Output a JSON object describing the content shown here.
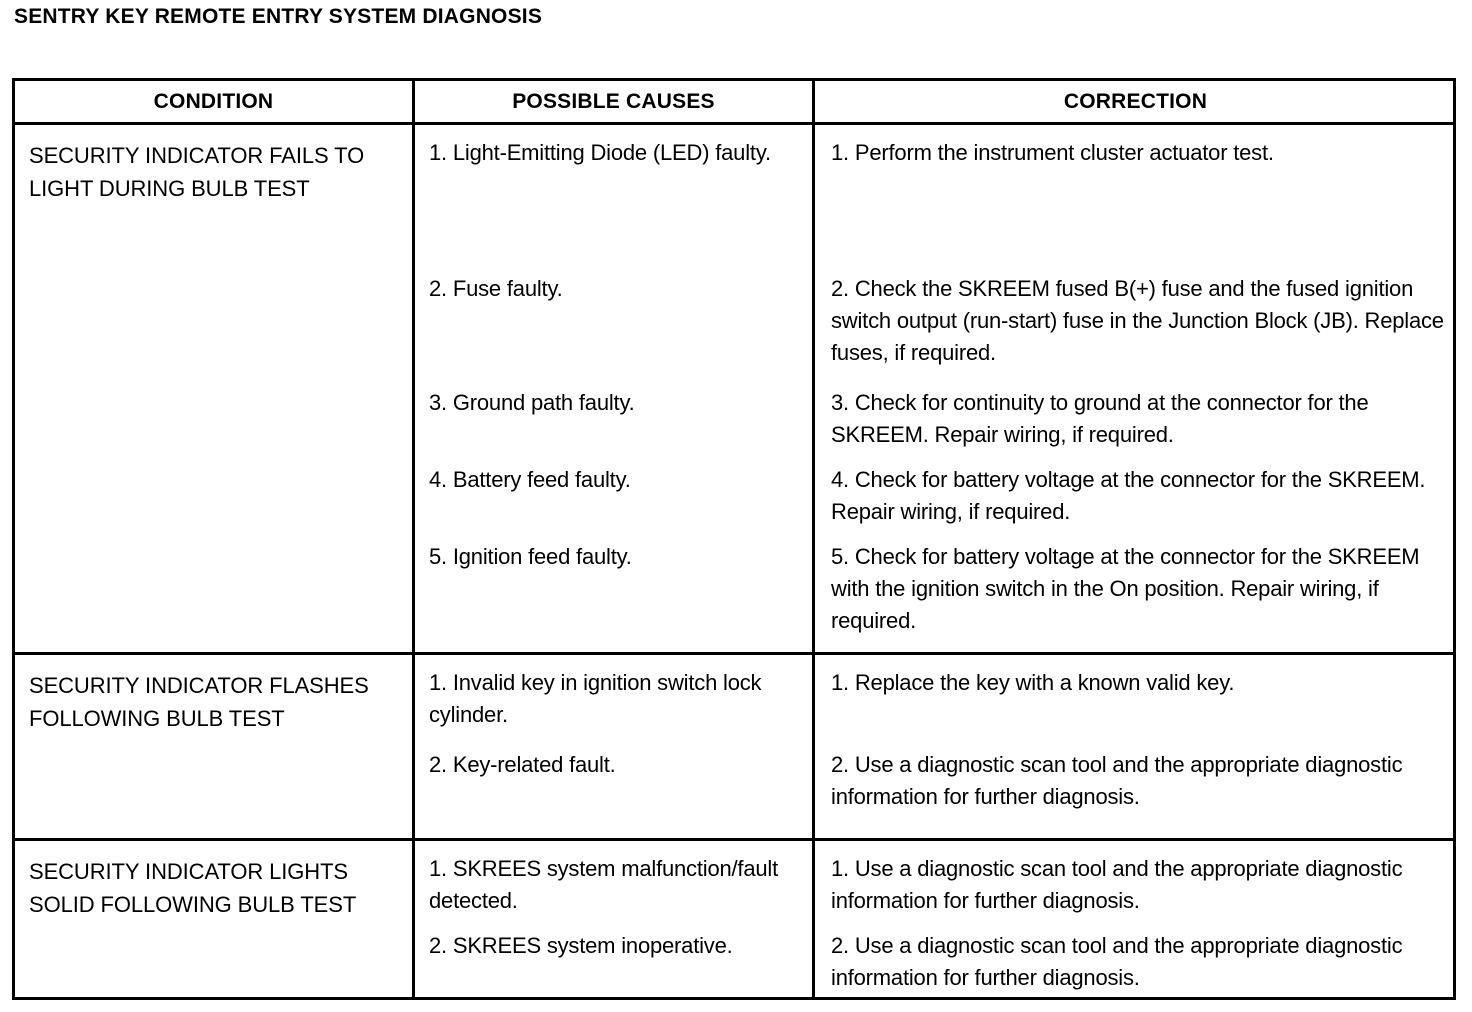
{
  "document": {
    "title": "SENTRY KEY REMOTE ENTRY SYSTEM DIAGNOSIS"
  },
  "table": {
    "headers": {
      "condition": "CONDITION",
      "possible_causes": "POSSIBLE CAUSES",
      "correction": "CORRECTION"
    },
    "rows": [
      {
        "condition": "SECURITY INDICATOR FAILS TO LIGHT DURING BULB TEST",
        "causes": [
          "1. Light-Emitting Diode (LED) faulty.",
          "2. Fuse faulty.",
          "3. Ground path faulty.",
          "4. Battery feed faulty.",
          "5. Ignition feed faulty."
        ],
        "corrections": [
          "1. Perform the instrument cluster actuator test.",
          "2. Check the SKREEM fused B(+) fuse and the fused ignition switch output (run-start) fuse in the Junction Block (JB). Replace fuses, if required.",
          "3. Check for continuity to ground at the connector for the SKREEM. Repair wiring, if required.",
          "4. Check for battery voltage at the connector for the SKREEM. Repair wiring, if required.",
          "5. Check for battery voltage at the connector for the SKREEM with the ignition switch in the On position. Repair wiring, if required."
        ]
      },
      {
        "condition": "SECURITY INDICATOR FLASHES FOLLOWING BULB TEST",
        "causes": [
          "1. Invalid key in ignition switch lock cylinder.",
          "2. Key-related fault."
        ],
        "corrections": [
          "1. Replace the key with a known valid key.",
          "2. Use a diagnostic scan tool and the appropriate diagnostic information for further diagnosis."
        ]
      },
      {
        "condition": "SECURITY INDICATOR LIGHTS SOLID FOLLOWING BULB TEST",
        "causes": [
          "1. SKREES system malfunction/fault detected.",
          "2. SKREES system inoperative."
        ],
        "corrections": [
          "1. Use a diagnostic scan tool and the appropriate diagnostic information for further diagnosis.",
          "2. Use a diagnostic scan tool and the appropriate diagnostic information for further diagnosis."
        ]
      }
    ]
  },
  "colors": {
    "ink": "#000000",
    "paper": "#ffffff"
  }
}
